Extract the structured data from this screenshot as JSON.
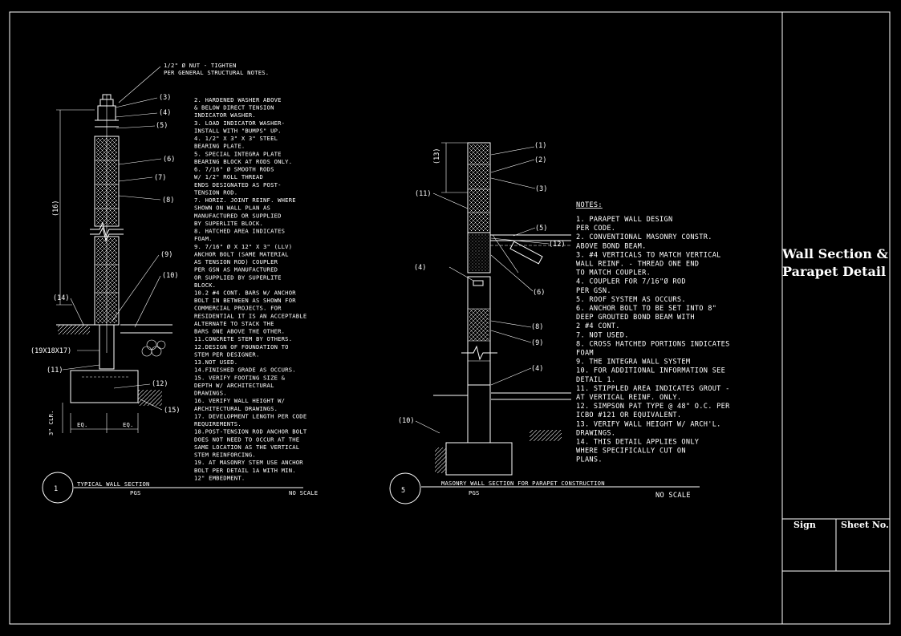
{
  "title_block": {
    "title_line1": "Wall Section &",
    "title_line2": "Parapet Detail",
    "sign_label": "Sign",
    "sheet_label": "Sheet No."
  },
  "detail1": {
    "number": "1",
    "title": "TYPICAL WALL SECTION",
    "subtitle": "PGS",
    "scale": "NO SCALE",
    "top_note_line1": "1/2\" Ø NUT - TIGHTEN",
    "top_note_line2": "PER GENERAL STRUCTURAL NOTES.",
    "callouts": [
      "(3)",
      "(4)",
      "(5)",
      "(6)",
      "(7)",
      "(8)",
      "(9)",
      "(10)",
      "(14)",
      "(19X18X17)",
      "(11)",
      "(12)",
      "(15)",
      "(16)"
    ],
    "dims": [
      "EQ.",
      "EQ.",
      "3\" CLR."
    ],
    "notes": [
      "2. HARDENED WASHER ABOVE",
      "   & BELOW DIRECT TENSION",
      "   INDICATOR WASHER.",
      "3. LOAD INDICATOR WASHER-",
      "   INSTALL WITH \"BUMPS\" UP.",
      "4. 1/2\" X 3\" X 3\" STEEL",
      "   BEARING PLATE.",
      "5. SPECIAL INTEGRA PLATE",
      "   BEARING BLOCK AT RODS ONLY.",
      "6. 7/16\" Ø SMOOTH RODS",
      "   W/ 1/2\" ROLL THREAD",
      "   ENDS DESIGNATED AS POST-",
      "   TENSION ROD.",
      "7. HORIZ. JOINT REINF. WHERE",
      "   SHOWN ON WALL PLAN AS",
      "   MANUFACTURED OR SUPPLIED",
      "   BY SUPERLITE BLOCK.",
      "8. HATCHED AREA INDICATES",
      "   FOAM.",
      "9. 7/16\" Ø X 12\" X 3\" (LLV)",
      "   ANCHOR BOLT (SAME MATERIAL",
      "   AS TENSION ROD) COUPLER",
      "   PER GSN AS MANUFACTURED",
      "   OR SUPPLIED BY SUPERLITE",
      "   BLOCK.",
      "10.2 #4 CONT. BARS W/ ANCHOR",
      "   BOLT IN BETWEEN AS SHOWN FOR",
      "   COMMERCIAL PROJECTS. FOR",
      "   RESIDENTIAL IT IS AN ACCEPTABLE",
      "   ALTERNATE TO STACK THE",
      "   BARS ONE ABOVE THE OTHER.",
      "11.CONCRETE STEM BY OTHERS.",
      "12.DESIGN OF FOUNDATION TO",
      "   STEM PER DESIGNER.",
      "13.NOT USED.",
      "14.FINISHED GRADE AS OCCURS.",
      "15. VERIFY FOOTING SIZE &",
      "   DEPTH W/ ARCHITECTURAL",
      "   DRAWINGS.",
      "16. VERIFY WALL HEIGHT W/",
      "   ARCHITECTURAL DRAWINGS.",
      "17. DEVELOPMENT LENGTH PER CODE",
      "   REQUIREMENTS.",
      "18.POST-TENSION ROD ANCHOR BOLT",
      "   DOES NOT NEED TO OCCUR AT THE",
      "   SAME LOCATION AS THE VERTICAL",
      "   STEM REINFORCING.",
      "19. AT MASONRY STEM USE ANCHOR",
      "   BOLT PER DETAIL 1A WITH MIN.",
      "   12\" EMBEDMENT."
    ]
  },
  "detail5": {
    "number": "5",
    "title": "MASONRY WALL SECTION FOR PARAPET CONSTRUCTION",
    "subtitle": "PGS",
    "scale": "NO SCALE",
    "callouts": [
      "(1)",
      "(2)",
      "(3)",
      "(11)",
      "(13)",
      "(5)",
      "(12)",
      "(4)",
      "(6)",
      "(8)",
      "(9)",
      "(4)",
      "(10)"
    ],
    "notes_heading": "NOTES:",
    "notes": [
      "1.  PARAPET WALL DESIGN",
      "    PER CODE.",
      "2.  CONVENTIONAL MASONRY CONSTR.",
      "    ABOVE BOND BEAM.",
      "3.  #4 VERTICALS TO MATCH VERTICAL",
      "    WALL REINF. - THREAD ONE END",
      "    TO MATCH COUPLER.",
      "4.  COUPLER FOR 7/16\"Ø ROD",
      "    PER GSN.",
      "5.  ROOF SYSTEM AS OCCURS.",
      "6.  ANCHOR BOLT TO BE SET INTO 8\"",
      "    DEEP GROUTED BOND BEAM WITH",
      "    2 #4 CONT.",
      "7.  NOT USED.",
      "8.  CROSS HATCHED PORTIONS INDICATES",
      "    FOAM",
      "9.  THE INTEGRA WALL SYSTEM",
      "10. FOR ADDITIONAL INFORMATION SEE",
      "    DETAIL 1.",
      "11. STIPPLED AREA INDICATES GROUT -",
      "    AT VERTICAL REINF. ONLY.",
      "12. SIMPSON PAT TYPE @ 48\" O.C. PER",
      "    ICBO #121 OR EQUIVALENT.",
      "13. VERIFY WALL HEIGHT W/ ARCH'L.",
      "    DRAWINGS.",
      "14. THIS DETAIL APPLIES ONLY",
      "    WHERE SPECIFICALLY CUT ON",
      "    PLANS."
    ]
  }
}
